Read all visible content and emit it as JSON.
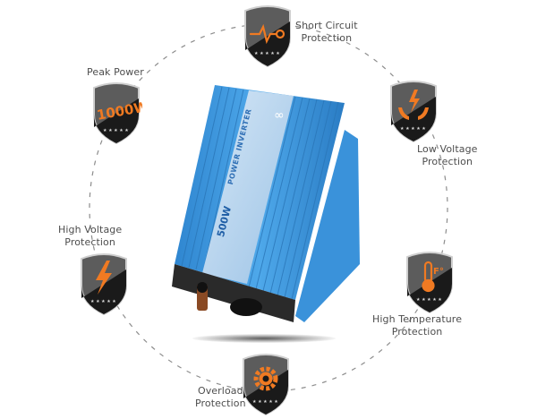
{
  "product": {
    "name": "POWER INVERTER",
    "wattage_label": "500W",
    "body_color": "#3d9be0",
    "panel_color": "#b9d6ef"
  },
  "features": [
    {
      "id": "short-circuit",
      "label_line1": "Short Circuit",
      "label_line2": "Protection",
      "icon": "pulse-wave-icon"
    },
    {
      "id": "low-voltage",
      "label_line1": "Low Voltage",
      "label_line2": "Protection",
      "icon": "hands-lightning-icon"
    },
    {
      "id": "high-temperature",
      "label_line1": "High Temperature",
      "label_line2": "Protection",
      "icon": "thermometer-fahrenheit-icon"
    },
    {
      "id": "overload",
      "label_line1": "Overload",
      "label_line2": "Protection",
      "icon": "gear-icon"
    },
    {
      "id": "high-voltage",
      "label_line1": "High Voltage",
      "label_line2": "Protection",
      "icon": "lightning-bolt-icon"
    },
    {
      "id": "peak-power",
      "label_line1": "Peak Power",
      "label_line2": "",
      "icon": "1000w-badge-icon",
      "badge_text": "1000W"
    }
  ],
  "colors": {
    "accent_orange": "#f07a22",
    "shield_dark": "#1c1c1c",
    "shield_gray": "#5a5a5a",
    "dash_line": "#8a8a8a",
    "label_text": "#4d4d4d"
  }
}
